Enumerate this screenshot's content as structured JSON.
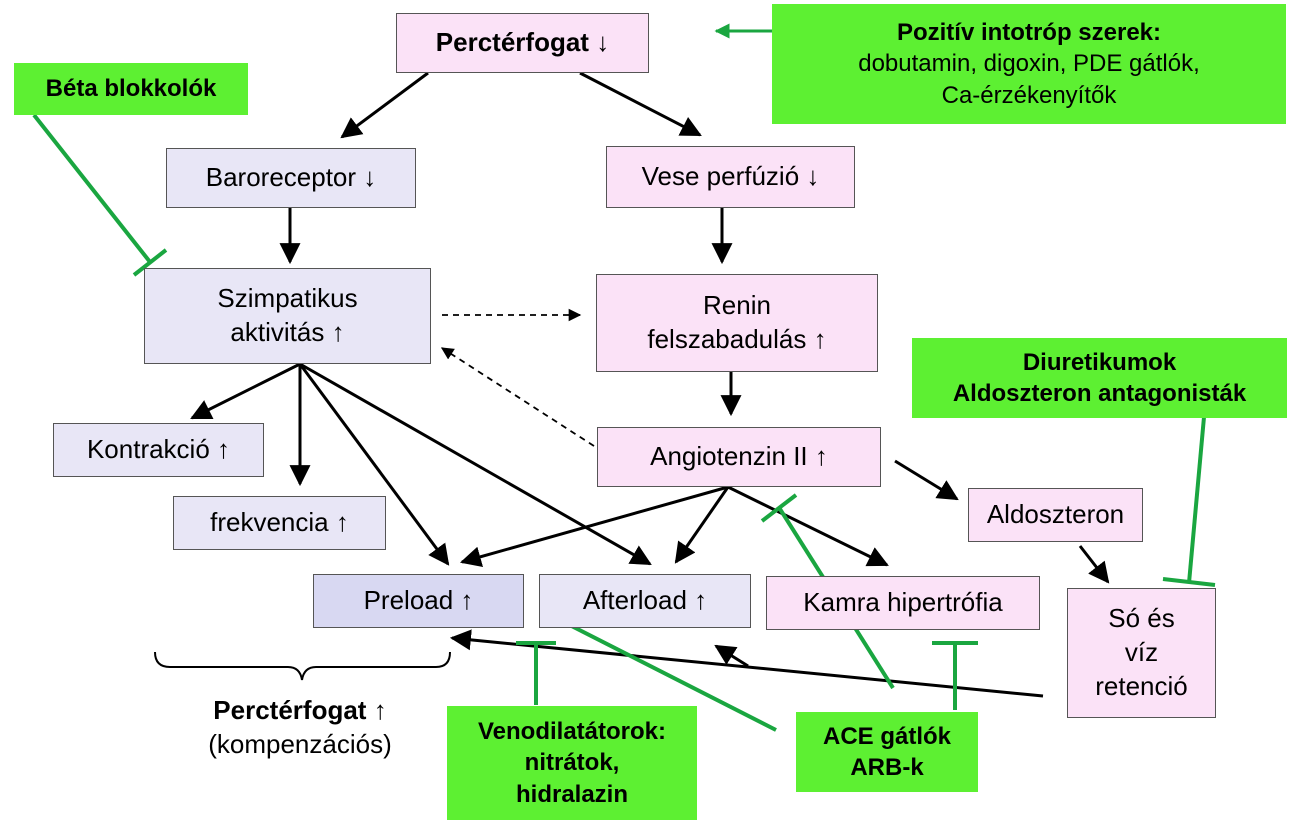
{
  "nodes": {
    "perc": {
      "bold": "Perctérfogat",
      "arrow": "↓"
    },
    "baro": "Baroreceptor ↓",
    "vese": "Vese perfúzió ↓",
    "szimp": [
      "Szimpatikus",
      "aktivitás ↑"
    ],
    "renin": [
      "Renin",
      "felszabadulás ↑"
    ],
    "angio": "Angiotenzin II ↑",
    "kontr": "Kontrakció ↑",
    "frekv": "frekvencia ↑",
    "preload": "Preload ↑",
    "afterload": "Afterload ↑",
    "kamra": "Kamra hipertrófia",
    "aldo": "Aldoszteron",
    "so": [
      "Só és",
      "víz",
      "retenció"
    ]
  },
  "drugs": {
    "pozitiv": {
      "title": "Pozitív intotróp szerek:",
      "lines": [
        "dobutamin, digoxin, PDE gátlók,",
        "Ca-érzékenyítők"
      ]
    },
    "beta": "Béta blokkolók",
    "diur": [
      "Diuretikumok",
      "Aldoszteron antagonisták"
    ],
    "veno": [
      "Venodilatátorok:",
      "nitrátok,",
      "hidralazin"
    ],
    "ace": [
      "ACE gátlók",
      "ARB-k"
    ]
  },
  "compensation": {
    "bold": "Perctérfogat",
    "arrow": "↑",
    "sub": "(kompenzációs)"
  },
  "colors": {
    "green_box": "#5df032",
    "green_line": "#1aa640",
    "pink": "#fbe2f7",
    "lavender": "#e8e6f6"
  }
}
